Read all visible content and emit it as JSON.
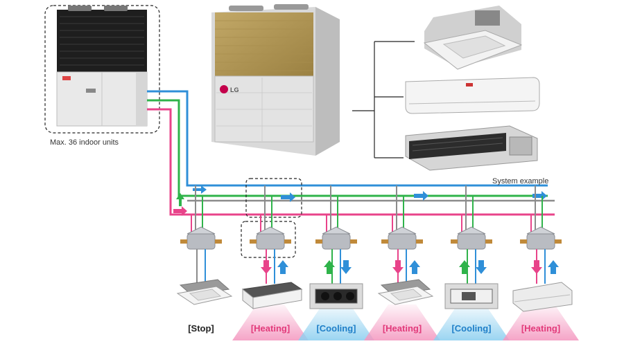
{
  "outdoor_unit_caption": "Max. 36 indoor units",
  "brand_logo": "LG",
  "system_caption": "System example",
  "zones": [
    {
      "mode": "[Stop]",
      "unit_icon": "ceiling-cassette-icon",
      "flow": "none"
    },
    {
      "mode": "[Heating]",
      "unit_icon": "ceiling-slim-cassette-icon",
      "flow": "heating"
    },
    {
      "mode": "[Cooling]",
      "unit_icon": "ducted-unit-icon",
      "flow": "cooling"
    },
    {
      "mode": "[Heating]",
      "unit_icon": "ceiling-cassette-icon",
      "flow": "heating"
    },
    {
      "mode": "[Cooling]",
      "unit_icon": "ducted-box-unit-icon",
      "flow": "cooling"
    },
    {
      "mode": "[Heating]",
      "unit_icon": "ceiling-suspended-unit-icon",
      "flow": "heating"
    }
  ],
  "colors": {
    "hot_line": "#e8438a",
    "cold_line": "#2f8fd8",
    "liquid_line": "#2fb34a",
    "heating_glow": "#f49ac1",
    "cooling_glow": "#8fd0f0",
    "heating_text": "#e23a7a",
    "cooling_text": "#1f7fc8",
    "stop_text": "#222222",
    "unit_gray": "#dcdcdc",
    "gold_panel": "#b59a55"
  }
}
